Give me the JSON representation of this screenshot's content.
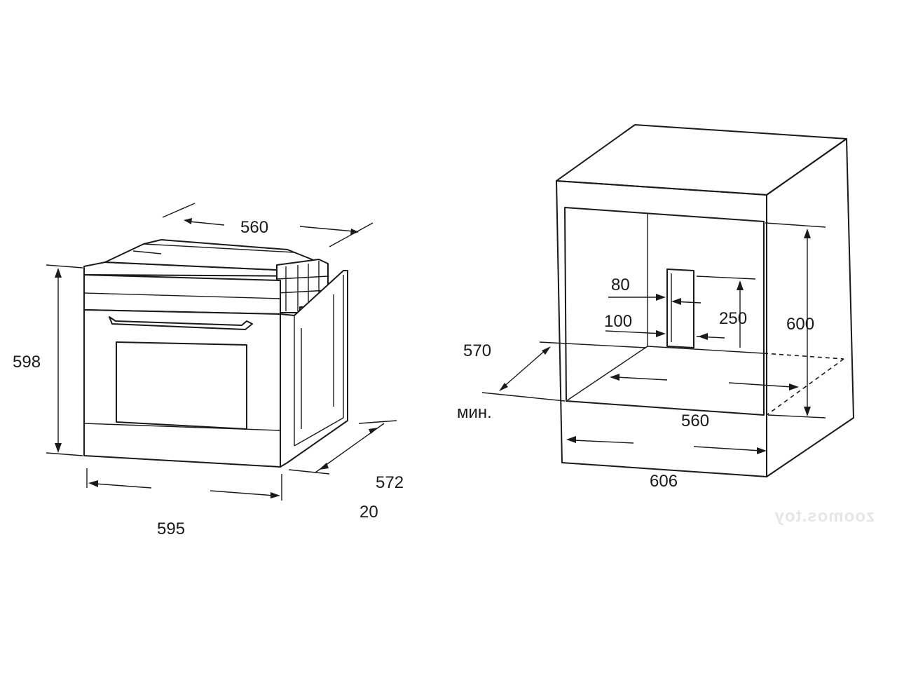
{
  "oven": {
    "dims": {
      "depth_top": "560",
      "height": "598",
      "width": "595",
      "depth": "572",
      "front_offset": "20"
    }
  },
  "niche": {
    "dims": {
      "vent_width": "80",
      "vent_offset": "100",
      "vent_height": "250",
      "height": "600",
      "depth": "570",
      "depth_note": "мин.",
      "inner_width": "560",
      "outer_width": "606"
    }
  },
  "watermark": "zoomos.toy",
  "colors": {
    "line": "#1a1a1a",
    "background": "#ffffff"
  }
}
